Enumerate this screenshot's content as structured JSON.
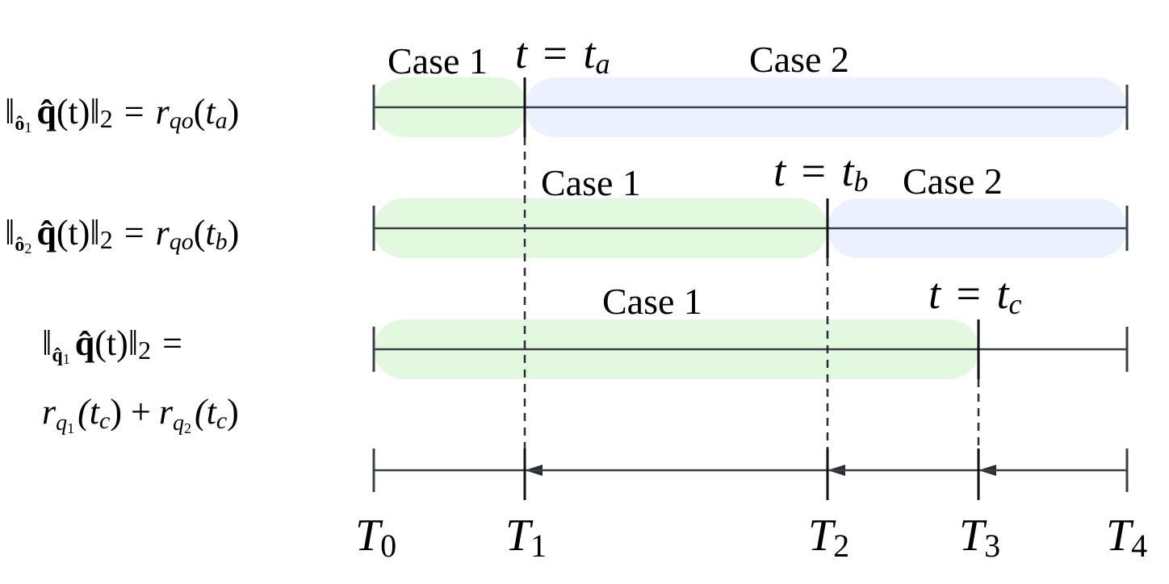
{
  "colors": {
    "case1_fill": "#e2f8df",
    "case2_fill": "#ebf2fd",
    "line": "#3b3f46",
    "event_line": "#111111"
  },
  "rows": [
    {
      "label": {
        "norm_sub": "ô",
        "norm_sub_index": "1",
        "vector": "q̂",
        "arg": "(t)",
        "norm_close": "‖",
        "norm_p": "2",
        "rel": "=",
        "rhs_r": "r",
        "rhs_sub": "qo",
        "rhs_arg_open": "(",
        "rhs_t": "t",
        "rhs_t_sub": "a",
        "rhs_arg_close": ")"
      },
      "case1": "Case 1",
      "case2": "Case 2",
      "event": {
        "t": "t",
        "eq": "=",
        "sym": "t",
        "sub": "a"
      }
    },
    {
      "label": {
        "norm_sub": "ô",
        "norm_sub_index": "2",
        "vector": "q̂",
        "arg": "(t)",
        "norm_close": "‖",
        "norm_p": "2",
        "rel": "=",
        "rhs_r": "r",
        "rhs_sub": "qo",
        "rhs_arg_open": "(",
        "rhs_t": "t",
        "rhs_t_sub": "b",
        "rhs_arg_close": ")"
      },
      "case1": "Case 1",
      "case2": "Case 2",
      "event": {
        "t": "t",
        "eq": "=",
        "sym": "t",
        "sub": "b"
      }
    },
    {
      "label": {
        "norm_sub": "q̂",
        "norm_sub_index": "1",
        "vector": "q̂",
        "arg": "(t)",
        "norm_close": "‖",
        "norm_p": "2",
        "rel": "=",
        "line2_r1": "r",
        "line2_r1_sub": "q",
        "line2_r1_sub_idx": "1",
        "line2_arg1": "(t",
        "line2_arg1_sub": "c",
        "line2_plus": ")  +",
        "line2_r2": "r",
        "line2_r2_sub": "q",
        "line2_r2_sub_idx": "2",
        "line2_arg2": "(t",
        "line2_arg2_sub": "c",
        "line2_close": ")"
      },
      "case1": "Case 1",
      "event": {
        "t": "t",
        "eq": "=",
        "sym": "t",
        "sub": "c"
      }
    }
  ],
  "axis": {
    "ticks": [
      {
        "sym": "T",
        "sub": "0"
      },
      {
        "sym": "T",
        "sub": "1"
      },
      {
        "sym": "T",
        "sub": "2"
      },
      {
        "sym": "T",
        "sub": "3"
      },
      {
        "sym": "T",
        "sub": "4"
      }
    ]
  }
}
